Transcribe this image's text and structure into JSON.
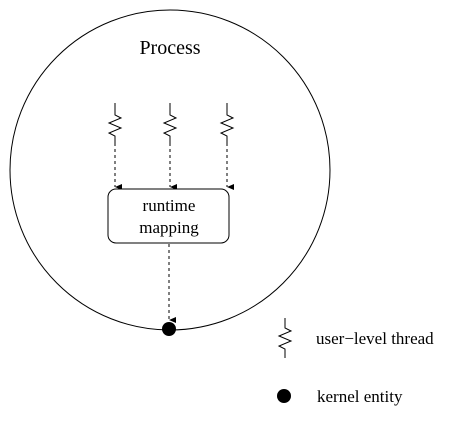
{
  "title": "Process",
  "box_label_line1": "runtime",
  "box_label_line2": "mapping",
  "legend": {
    "thread_label": "user−level thread",
    "kernel_label": "kernel entity"
  },
  "thread_count": 3,
  "kernel_entity_count": 1
}
